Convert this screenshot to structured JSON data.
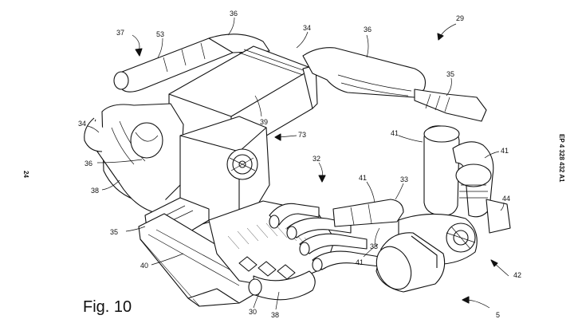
{
  "figure_label": "Fig. 10",
  "page_number": "24",
  "publication_number": "EP 4 328 432 A1",
  "reference_numerals": {
    "n36_top": "36",
    "n37": "37",
    "n53": "53",
    "n34_top": "34",
    "n36_right": "36",
    "n29": "29",
    "n35_right": "35",
    "n34_left": "34",
    "n39": "39",
    "n73": "73",
    "n36_left": "36",
    "n38_left": "38",
    "n32": "32",
    "n41_mid": "41",
    "n41_right": "41",
    "n41_center": "41",
    "n33_upper": "33",
    "n44": "44",
    "n35_left": "35",
    "n40": "40",
    "n33_lower": "33",
    "n41_lower": "41",
    "n42": "42",
    "n30": "30",
    "n38_bottom": "38",
    "n5": "5"
  }
}
